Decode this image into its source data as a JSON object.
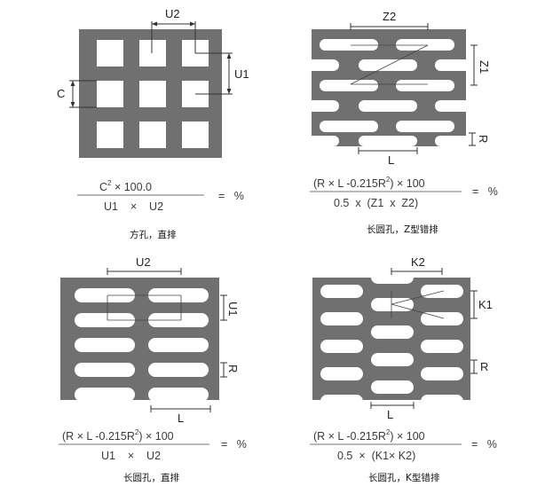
{
  "panels": [
    {
      "id": "square",
      "labels": {
        "top": "U2",
        "right": "U1",
        "left": "C"
      },
      "formula": {
        "num_base": "C",
        "num_sup": "2",
        "num_rest": " ×  100.0",
        "den": "U1    ×    U2",
        "eq": "=   %"
      },
      "caption": "方孔，直排"
    },
    {
      "id": "slot-z",
      "labels": {
        "top": "Z2",
        "right": "Z1",
        "r": "R",
        "bottom": "L"
      },
      "formula": {
        "num_pre": "(R × L -0.215R",
        "num_sup": "2",
        "num_post": ") × 100",
        "den": "0.5  x  (Z1  x  Z2)",
        "eq": "=   %"
      },
      "caption": "长圆孔，Z型错排"
    },
    {
      "id": "slot-straight",
      "labels": {
        "top": "U2",
        "right": "U1",
        "r": "R",
        "bottom": "L"
      },
      "formula": {
        "num_pre": "(R × L -0.215R",
        "num_sup": "2",
        "num_post": ") × 100",
        "den": "U1    ×    U2",
        "eq": "=   %"
      },
      "caption": "长圆孔，直排"
    },
    {
      "id": "slot-k",
      "labels": {
        "top": "K2",
        "right": "K1",
        "r": "R",
        "bottom": "L"
      },
      "formula": {
        "num_pre": "(R × L -0.215R",
        "num_sup": "2",
        "num_post": ") × 100",
        "den": "0.5  ×  (K1× K2)",
        "eq": "=   %"
      },
      "caption": "长圆孔，K型错排"
    }
  ],
  "colors": {
    "plate": "#707070",
    "hole": "#ffffff",
    "text": "#222222"
  }
}
